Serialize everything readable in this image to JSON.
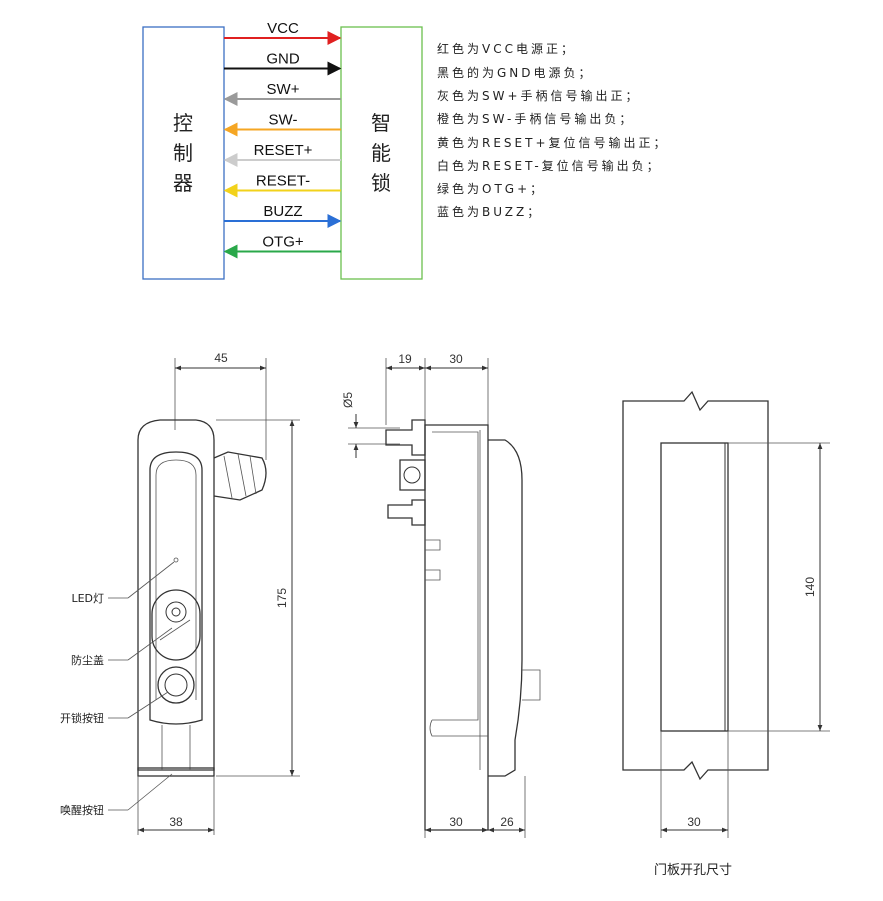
{
  "wiring": {
    "controller_label": [
      "控",
      "制",
      "器"
    ],
    "lock_label": [
      "智",
      "能",
      "锁"
    ],
    "signals": [
      {
        "label": "VCC",
        "color": "#e02020",
        "direction": "right"
      },
      {
        "label": "GND",
        "color": "#111111",
        "direction": "right"
      },
      {
        "label": "SW+",
        "color": "#9a9a9a",
        "direction": "left"
      },
      {
        "label": "SW-",
        "color": "#f5a623",
        "direction": "left"
      },
      {
        "label": "RESET+",
        "color": "#cccccc",
        "direction": "left"
      },
      {
        "label": "RESET-",
        "color": "#f2d21b",
        "direction": "left"
      },
      {
        "label": "BUZZ",
        "color": "#2a6fd6",
        "direction": "right"
      },
      {
        "label": "OTG+",
        "color": "#2aa84a",
        "direction": "left"
      }
    ],
    "controller_border": "#3b6fc4",
    "lock_border": "#6bbf4f"
  },
  "legend": [
    "红色为VCC电源正；",
    "黑色的为GND电源负；",
    "灰色为SW+手柄信号输出正；",
    "橙色为SW-手柄信号输出负；",
    "黄色为RESET+复位信号输出正；",
    "白色为RESET-复位信号输出负；",
    "绿色为OTG+；",
    "蓝色为BUZZ；"
  ],
  "front_view": {
    "dim_top": "45",
    "dim_height": "175",
    "dim_bottom": "38",
    "callouts": [
      "LED灯",
      "防尘盖",
      "开锁按钮",
      "唤醒按钮"
    ]
  },
  "side_view": {
    "dim_top_left": "19",
    "dim_top_right": "30",
    "dim_diameter": "Ø5",
    "dim_bottom_left": "30",
    "dim_bottom_right": "26"
  },
  "cutout": {
    "dim_height": "140",
    "dim_width": "30",
    "caption": "门板开孔尺寸"
  }
}
